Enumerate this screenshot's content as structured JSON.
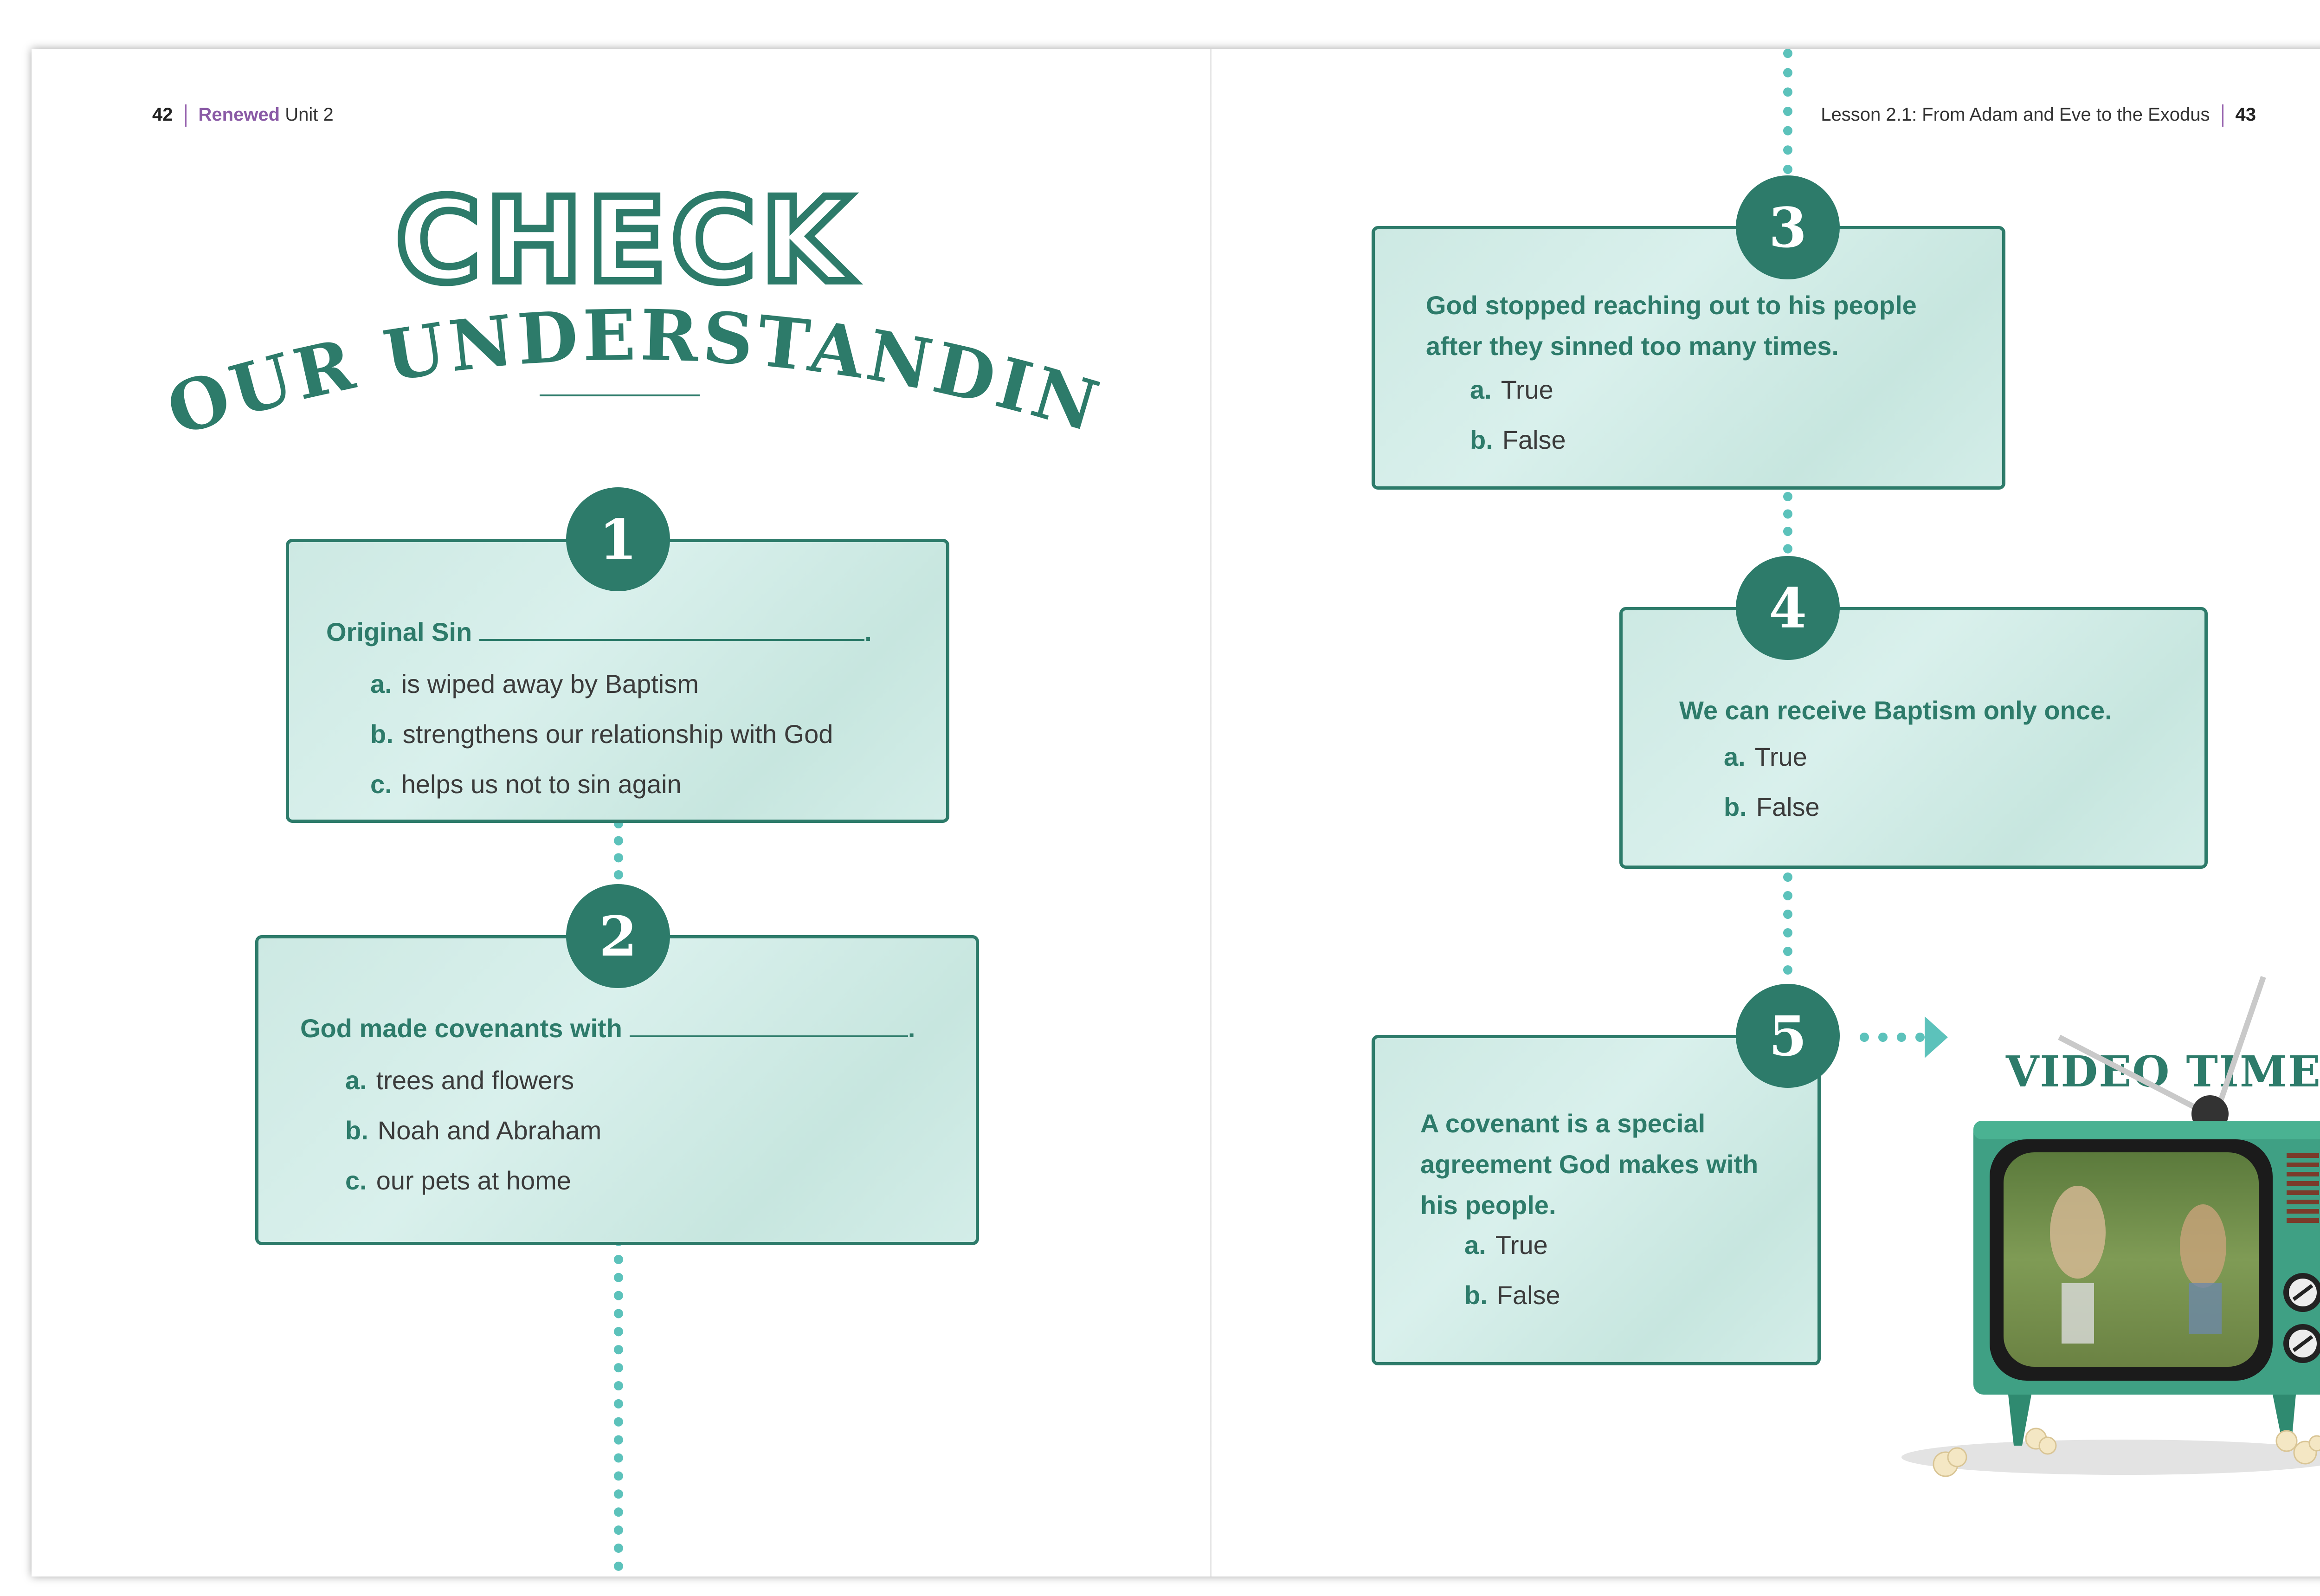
{
  "left_page": {
    "page_number": "42",
    "brand": "Renewed",
    "unit": "Unit 2",
    "title_line1": "CHECK",
    "title_line2": "YOUR UNDERSTANDING"
  },
  "right_page": {
    "lesson": "Lesson 2.1: From Adam and Eve to the Exodus",
    "page_number": "43"
  },
  "questions": [
    {
      "number": "1",
      "stem": "Original Sin",
      "punct": ".",
      "options": [
        {
          "k": "a.",
          "t": "is wiped away by Baptism"
        },
        {
          "k": "b.",
          "t": "strengthens our relationship with God"
        },
        {
          "k": "c.",
          "t": "helps us not to sin again"
        }
      ]
    },
    {
      "number": "2",
      "stem": "God made covenants with",
      "punct": ".",
      "options": [
        {
          "k": "a.",
          "t": "trees and flowers"
        },
        {
          "k": "b.",
          "t": "Noah and Abraham"
        },
        {
          "k": "c.",
          "t": "our pets at home"
        }
      ]
    },
    {
      "number": "3",
      "stem_lines": [
        "God stopped reaching out to his people",
        "after they sinned too many times."
      ],
      "options": [
        {
          "k": "a.",
          "t": "True"
        },
        {
          "k": "b.",
          "t": "False"
        }
      ]
    },
    {
      "number": "4",
      "stem_lines": [
        "We can receive Baptism only once."
      ],
      "options": [
        {
          "k": "a.",
          "t": "True"
        },
        {
          "k": "b.",
          "t": "False"
        }
      ]
    },
    {
      "number": "5",
      "stem_lines": [
        "A covenant is a special",
        "agreement God makes with",
        "his people."
      ],
      "options": [
        {
          "k": "a.",
          "t": "True"
        },
        {
          "k": "b.",
          "t": "False"
        }
      ]
    }
  ],
  "video": {
    "label": "VIDEO TIME"
  },
  "colors": {
    "accent": "#2d7b6a",
    "dots": "#5cc2bb",
    "card": "#d3ede8",
    "brand": "#8a5aa6"
  }
}
